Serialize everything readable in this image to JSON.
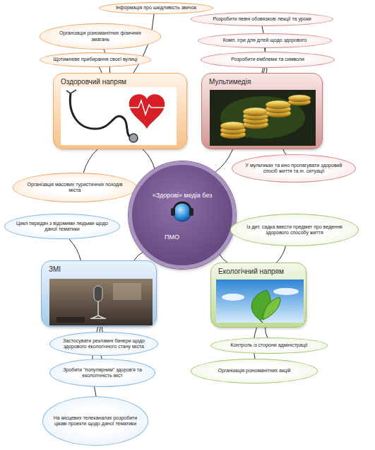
{
  "diagram": {
    "nodes": [
      {
        "text": [
          "Інформація про шкідливість звичок"
        ]
      },
      {
        "text": [
          "Розробити певні обовязкові лекції та уроки"
        ]
      },
      {
        "text": [
          "Організація різноманітних фізичних змагань"
        ]
      },
      {
        "text": [
          "Комп. ігри для дітей щодо здорового"
        ]
      },
      {
        "text": [
          "Щотижневе прибирання своєї вулиці"
        ]
      },
      {
        "text": [
          "Розробити емблеми та символи"
        ]
      },
      {
        "text": [
          "Оздоровчий напрям"
        ]
      },
      {
        "text": [
          "Мультимедія"
        ]
      },
      {
        "text": [
          "У мультиках та кіно пропагувати здоровий спосіб життя та ін. ситуації"
        ]
      },
      {
        "text": [
          "Організація масових туристичних походів міста"
        ]
      },
      {
        "text": [
          "«Здорові» медіа без",
          "ПМО"
        ]
      },
      {
        "text": [
          "Цикл передач з відомими людьми щодо даної тематики"
        ]
      },
      {
        "text": [
          "Із дит. садка ввести предмет про ведення здорового способу життя"
        ]
      },
      {
        "text": [
          "ЗМІ"
        ]
      },
      {
        "text": [
          "Екологічний напрям"
        ]
      },
      {
        "text": [
          "Контроль із сторони адміністрації"
        ]
      },
      {
        "text": [
          "Застосувати рекламні банери щодо здорового екологічного стану міста"
        ]
      },
      {
        "text": [
          "Зробити \"популярним\" здоров'я та екологічність міст"
        ]
      },
      {
        "text": [
          "Організація різноманітних акцій"
        ]
      },
      {
        "text": [
          "На місцевих телеканалах розробити цікаві проекти щодо даної тематики"
        ]
      }
    ],
    "edges": [
      {
        "from": 10,
        "to": 6,
        "arrow": "none"
      },
      {
        "from": 10,
        "to": 7,
        "arrow": "none"
      },
      {
        "from": 10,
        "to": 13,
        "arrow": "none"
      },
      {
        "from": 10,
        "to": 14,
        "arrow": "none"
      },
      {
        "from": 6,
        "to": 0,
        "arrow": "none"
      },
      {
        "from": 6,
        "to": 2,
        "arrow": "none"
      },
      {
        "from": 6,
        "to": 4,
        "arrow": "none"
      },
      {
        "from": 6,
        "to": 9,
        "arrow": "none"
      },
      {
        "from": 7,
        "to": 1,
        "arrow": "none"
      },
      {
        "from": 7,
        "to": 3,
        "arrow": "none"
      },
      {
        "from": 7,
        "to": 5,
        "arrow": "none"
      },
      {
        "from": 7,
        "to": 8,
        "arrow": "none"
      },
      {
        "from": 13,
        "to": 11,
        "arrow": "none"
      },
      {
        "from": 13,
        "to": 16,
        "arrow": "none"
      },
      {
        "from": 13,
        "to": 17,
        "arrow": "none"
      },
      {
        "from": 13,
        "to": 19,
        "arrow": "none"
      },
      {
        "from": 14,
        "to": 12,
        "arrow": "none"
      },
      {
        "from": 14,
        "to": 15,
        "arrow": "none"
      },
      {
        "from": 14,
        "to": 18,
        "arrow": "none"
      }
    ]
  }
}
